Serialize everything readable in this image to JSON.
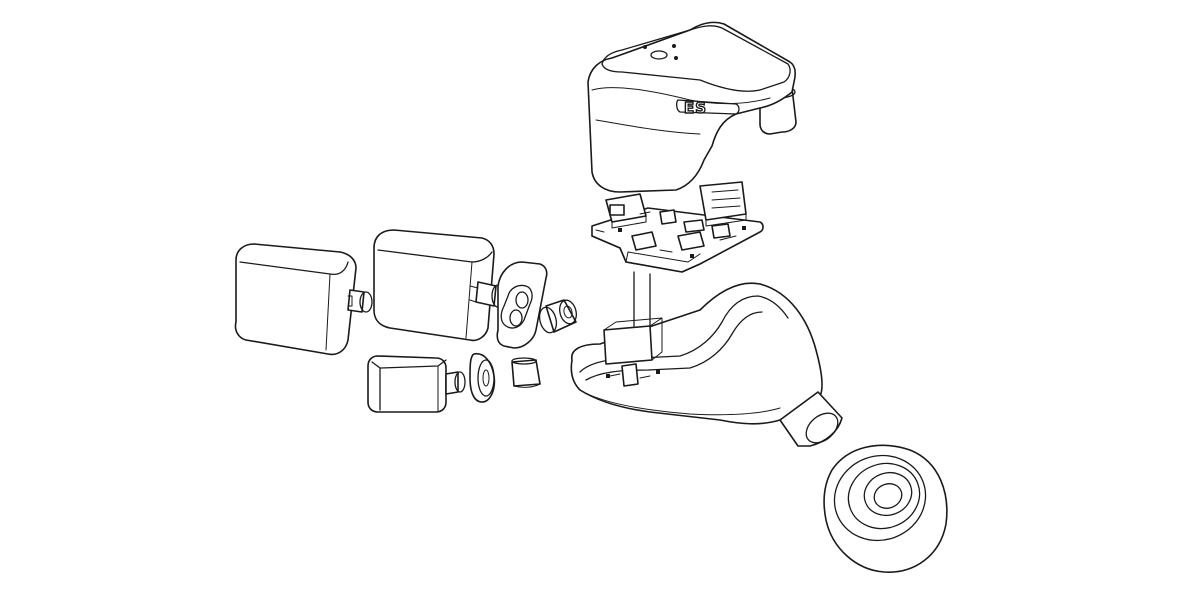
{
  "diagram": {
    "kind": "exploded-view line drawing",
    "logo_text": "ES",
    "parts": [
      "faceplate-shell",
      "circuit-board",
      "driver-module-large",
      "driver-module-medium",
      "driver-module-small",
      "gasket-plate",
      "sound-tube",
      "damper-ring",
      "damper-tube",
      "ear-shell-body",
      "nozzle",
      "ear-tip"
    ],
    "colors": {
      "line": "#1a1a1a",
      "background": "#ffffff"
    }
  }
}
